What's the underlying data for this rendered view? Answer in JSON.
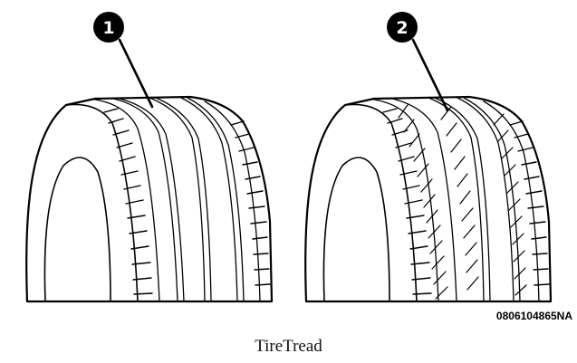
{
  "figure": {
    "callouts": [
      {
        "number": "1"
      },
      {
        "number": "2"
      }
    ],
    "reference_code": "0806104865NA",
    "caption": "TireTread",
    "colors": {
      "ink": "#000000",
      "paper": "#ffffff"
    }
  }
}
